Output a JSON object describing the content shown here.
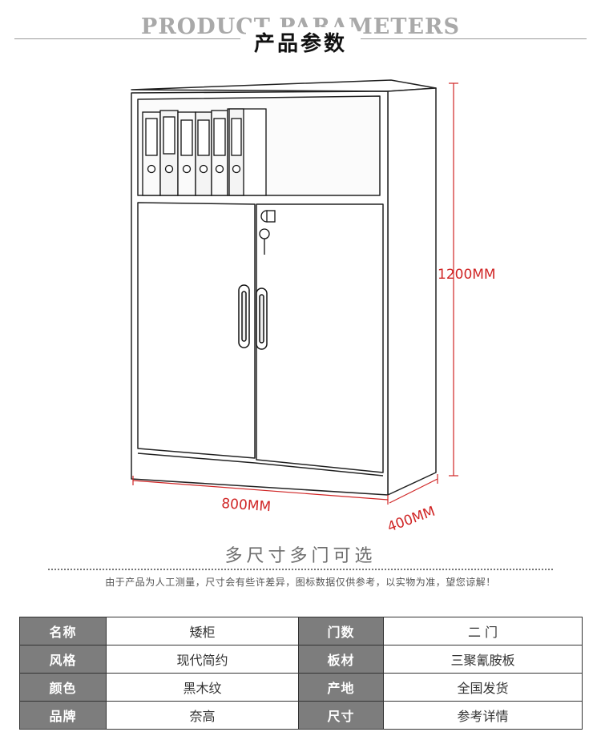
{
  "header": {
    "english_title": "PRODUCT PARAMETERS",
    "chinese_title": "产品参数"
  },
  "dimensions": {
    "height": "1200MM",
    "width": "800MM",
    "depth": "400MM"
  },
  "variants_text": "多尺寸多门可选",
  "note": "由于产品为人工测量，尺寸会有些许差异，图标数据仅供参考，以实物为准，望您谅解！",
  "colors": {
    "dimension_red": "#d02626",
    "label_cell_bg": "#7d7d7d"
  },
  "specs": [
    {
      "k1": "名称",
      "v1": "矮柜",
      "k2": "门数",
      "v2": "二 门"
    },
    {
      "k1": "风格",
      "v1": "现代简约",
      "k2": "板材",
      "v2": "三聚氰胺板"
    },
    {
      "k1": "颜色",
      "v1": "黑木纹",
      "k2": "产地",
      "v2": "全国发货"
    },
    {
      "k1": "品牌",
      "v1": "奈高",
      "k2": "尺寸",
      "v2": "参考详情"
    }
  ]
}
